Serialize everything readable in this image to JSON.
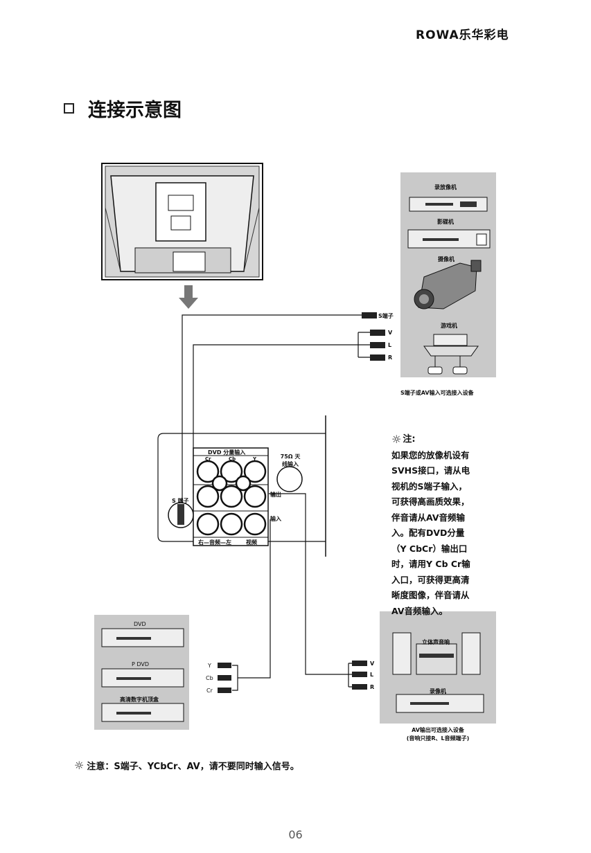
{
  "header": {
    "brand": "ROWA乐华彩电"
  },
  "section": {
    "title": "连接示意图"
  },
  "diagram": {
    "right_devices": {
      "device1": "录放像机",
      "device2": "影碟机",
      "device3": "摄像机",
      "device4": "游戏机",
      "caption": "S端子或AV输入可选接入设备"
    },
    "right_plugs": {
      "s_terminal": "S端子",
      "v": "V",
      "l": "L",
      "r": "R"
    },
    "tv_panel": {
      "dvd_group": "DVD 分量输入",
      "cr": "Cr",
      "cb": "Cb",
      "y": "Y",
      "antenna": "75Ω 天线输入",
      "s_terminal": "S 端子",
      "out": "输出",
      "in": "输入",
      "audio_bottom": "右—音频—左",
      "video_bottom": "视频"
    },
    "left_devices": {
      "dvd": "DVD",
      "pdvd": "P DVD",
      "stb": "高清数字机顶盒"
    },
    "left_plugs": {
      "y": "Y",
      "cb": "Cb",
      "cr": "Cr"
    },
    "right_bottom_devices": {
      "amp": "立体声音响",
      "recorder": "录像机",
      "caption_line1": "AV输出可选接入设备",
      "caption_line2": "(音响只接R、L音频端子)"
    },
    "out_plugs": {
      "v": "V",
      "l": "L",
      "r": "R"
    }
  },
  "note": {
    "heading": "注:",
    "lines": [
      "如果您的放像机设有",
      "SVHS接口，请从电",
      "视机的S端子输入，",
      "可获得高画质效果，",
      "伴音请从AV音频输",
      "入。配有DVD分量",
      "（Y CbCr）输出口",
      "时，请用Y Cb Cr输",
      "入口，可获得更高清",
      "晰度图像，伴音请从",
      "AV音频输入。"
    ]
  },
  "bottom_note": "注意：S端子、YCbCr、AV，请不要同时输入信号。",
  "page_number": "06"
}
